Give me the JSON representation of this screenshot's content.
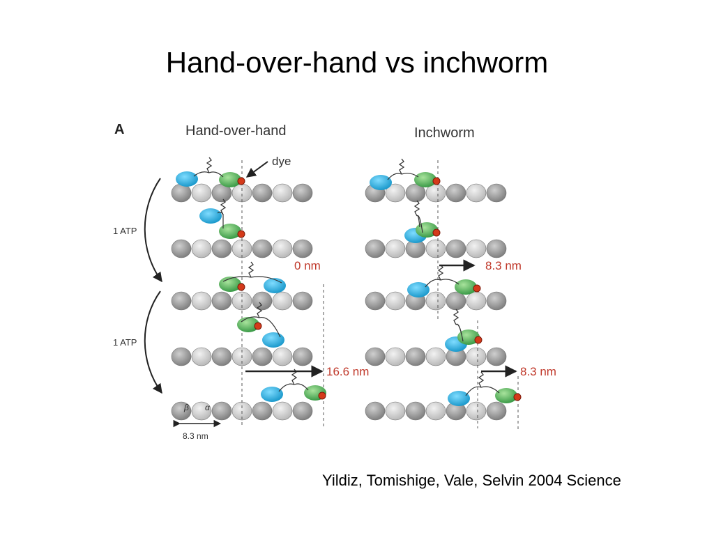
{
  "slide": {
    "title": "Hand-over-hand vs inchworm",
    "citation": "Yildiz, Tomishige, Vale, Selvin 2004 Science"
  },
  "figure": {
    "panel_label": "A",
    "left_title": "Hand-over-hand",
    "right_title": "Inchworm",
    "dye_label": "dye",
    "atp_label_1": "1 ATP",
    "atp_label_2": "1 ATP",
    "hoh_step_1": "0 nm",
    "hoh_step_2": "16.6 nm",
    "inch_step_1": "8.3 nm",
    "inch_step_2": "8.3 nm",
    "beta_label": "β",
    "alpha_label": "α",
    "tubulin_spacing": "8.3 nm"
  },
  "colors": {
    "head_blue": "#1ab0e6",
    "head_green": "#3fb34f",
    "dye_red": "#d43a1a",
    "tubulin_dark": "#8c8c8c",
    "tubulin_light": "#c9c9c9",
    "step_label": "#c0392b"
  },
  "icons": [
    "dye-marker-icon",
    "step-arrow-icon",
    "atp-curved-arrow-icon"
  ]
}
